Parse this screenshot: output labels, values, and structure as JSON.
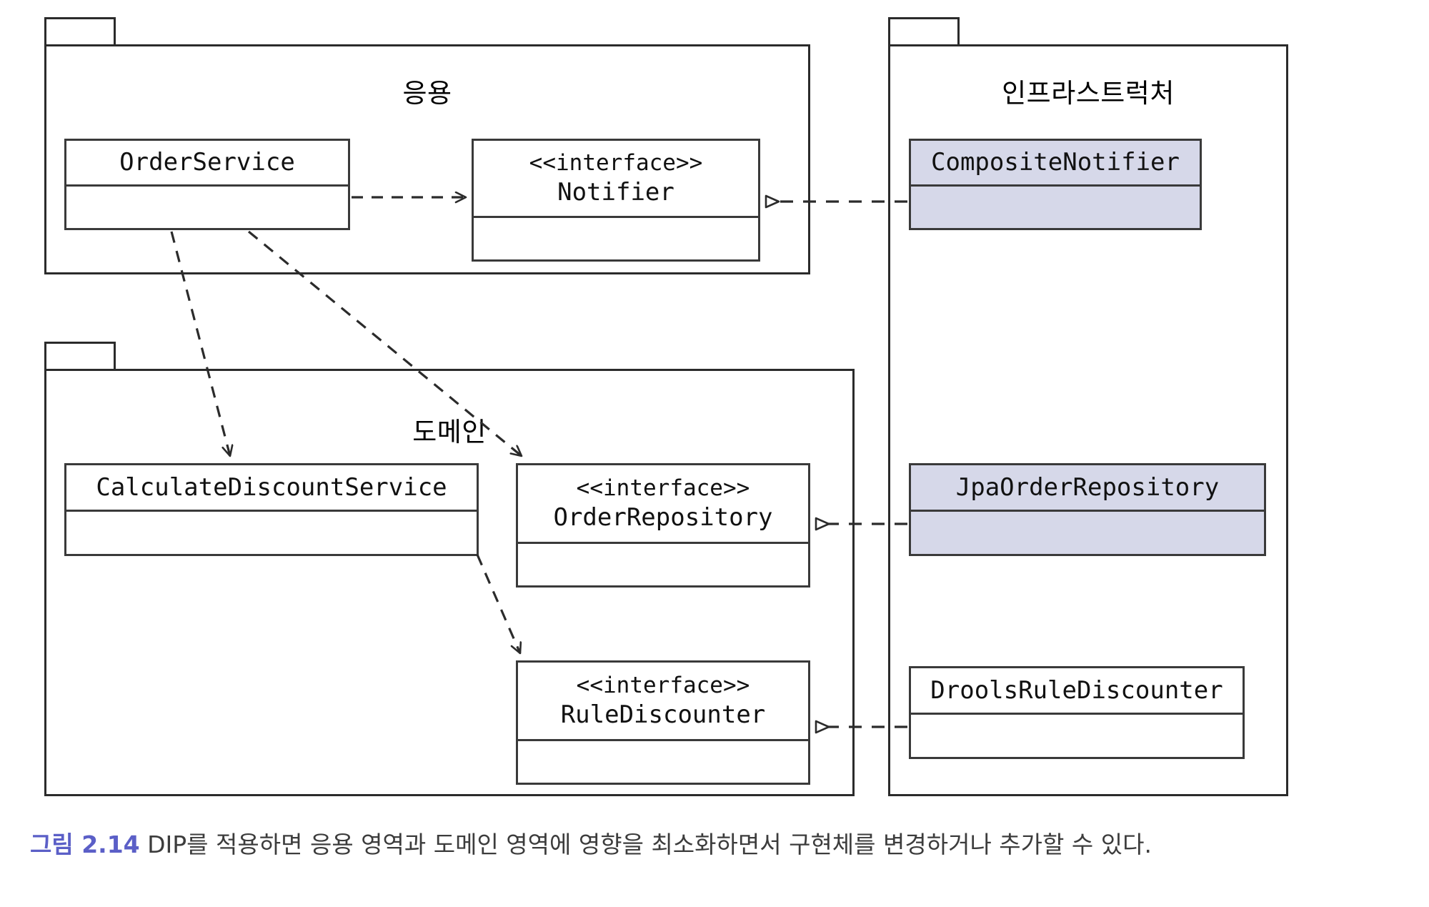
{
  "diagram": {
    "type": "uml-package-class-diagram",
    "packages": [
      {
        "id": "application",
        "title": "응용"
      },
      {
        "id": "domain",
        "title": "도메인"
      },
      {
        "id": "infrastructure",
        "title": "인프라스트럭처"
      }
    ],
    "classes": [
      {
        "id": "order-service",
        "package": "application",
        "stereotype": "",
        "name": "OrderService",
        "fill": "white"
      },
      {
        "id": "notifier",
        "package": "application",
        "stereotype": "<<interface>>",
        "name": "Notifier",
        "fill": "white"
      },
      {
        "id": "composite-notifier",
        "package": "infrastructure",
        "stereotype": "",
        "name": "CompositeNotifier",
        "fill": "lavender"
      },
      {
        "id": "calculate-discount-service",
        "package": "domain",
        "stereotype": "",
        "name": "CalculateDiscountService",
        "fill": "white"
      },
      {
        "id": "order-repository",
        "package": "domain",
        "stereotype": "<<interface>>",
        "name": "OrderRepository",
        "fill": "white"
      },
      {
        "id": "jpa-order-repository",
        "package": "infrastructure",
        "stereotype": "",
        "name": "JpaOrderRepository",
        "fill": "lavender"
      },
      {
        "id": "rule-discounter",
        "package": "domain",
        "stereotype": "<<interface>>",
        "name": "RuleDiscounter",
        "fill": "white"
      },
      {
        "id": "drools-rule-discounter",
        "package": "infrastructure",
        "stereotype": "",
        "name": "DroolsRuleDiscounter",
        "fill": "white"
      }
    ],
    "relationships": [
      {
        "id": "dep-orderservice-notifier",
        "kind": "dependency",
        "from": "order-service",
        "to": "notifier"
      },
      {
        "id": "dep-orderservice-calcdiscount",
        "kind": "dependency",
        "from": "order-service",
        "to": "calculate-discount-service"
      },
      {
        "id": "dep-orderservice-orderrepo",
        "kind": "dependency",
        "from": "order-service",
        "to": "order-repository"
      },
      {
        "id": "dep-calcdiscount-rulediscounter",
        "kind": "dependency",
        "from": "calculate-discount-service",
        "to": "rule-discounter"
      },
      {
        "id": "real-composite-notifier",
        "kind": "realization",
        "from": "composite-notifier",
        "to": "notifier"
      },
      {
        "id": "real-jpa-order-repository",
        "kind": "realization",
        "from": "jpa-order-repository",
        "to": "order-repository"
      },
      {
        "id": "real-drools-rule-discounter",
        "kind": "realization",
        "from": "drools-rule-discounter",
        "to": "rule-discounter"
      }
    ],
    "colors": {
      "shaded_fill": "#d6d8e9",
      "stroke": "#2b2b2b",
      "caption_accent": "#5b5fc7",
      "caption_text": "#3c3c3c"
    }
  },
  "caption": {
    "figure_number": "그림 2.14",
    "text": " DIP를 적용하면 응용 영역과 도메인 영역에 영향을 최소화하면서 구현체를 변경하거나 추가할 수 있다."
  }
}
